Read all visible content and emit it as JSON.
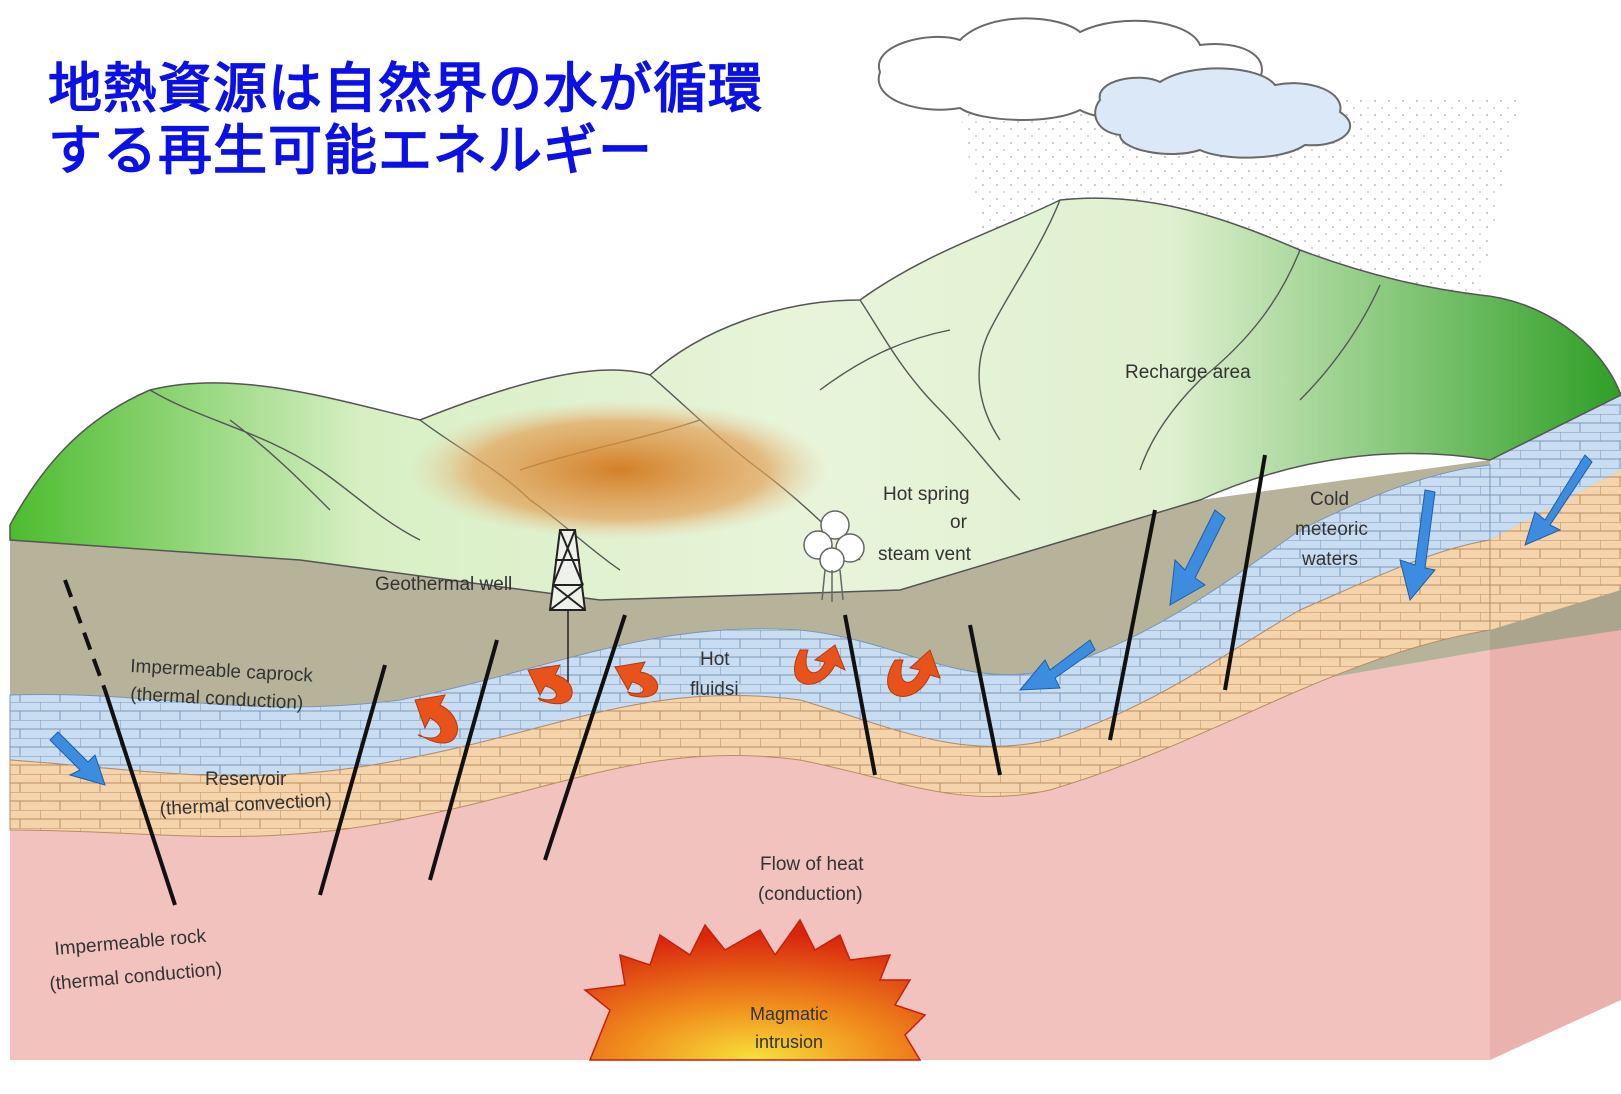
{
  "title": {
    "line1": "地熱資源は自然界の水が循環",
    "line2": "する再生可能エネルギー"
  },
  "labels": {
    "recharge_area": "Recharge area",
    "hot_spring_1": "Hot spring",
    "hot_spring_2": "or",
    "hot_spring_3": "steam vent",
    "cold_1": "Cold",
    "cold_2": "meteoric",
    "cold_3": "waters",
    "geothermal_well": "Geothermal well",
    "caprock_1": "Impermeable caprock",
    "caprock_2": "(thermal conduction)",
    "hot_fluids_1": "Hot",
    "hot_fluids_2": "fluidsi",
    "reservoir_1": "Reservoir",
    "reservoir_2": "(thermal convection)",
    "heat_flow_1": "Flow of heat",
    "heat_flow_2": "(conduction)",
    "rock_1": "Impermeable rock",
    "rock_2": "(thermal conduction)",
    "magma_1": "Magmatic",
    "magma_2": "intrusion"
  },
  "colors": {
    "title": "#0a10e6",
    "caprock": "#b7b39a",
    "basement": "#f2c2be",
    "reservoir_blue": "#bfd6ef",
    "reservoir_tan": "#f3cfa4",
    "hot_arrow": "#e8531c",
    "cold_arrow": "#3c8de0",
    "surface_green": "#57c13a",
    "thermal_orange": "#d98a2a"
  }
}
